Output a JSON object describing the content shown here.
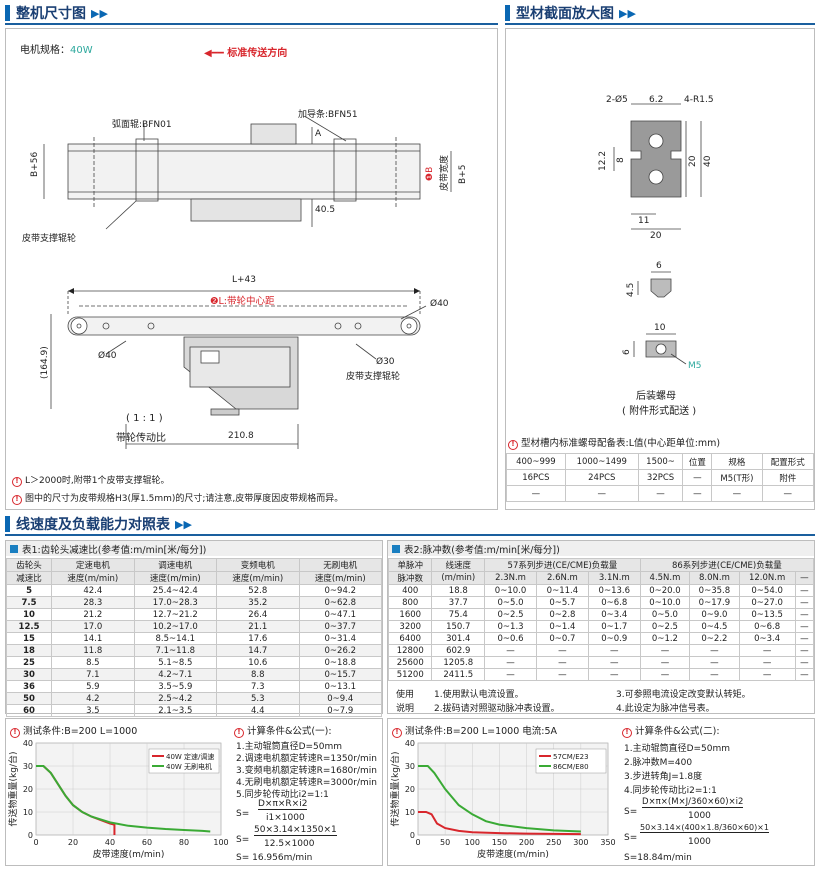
{
  "headers": {
    "dimension": "整机尺寸图",
    "profile": "型材截面放大图",
    "speed": "线速度及负载能力对照表"
  },
  "dimension": {
    "motor_spec_label": "电机规格：",
    "motor_spec_value": "40W",
    "direction": "标准传送方向",
    "arc_baffle": "弧面辊:BFN01",
    "guide_strip": "加导条:BFN51",
    "belt_support": "皮带支撑辊轮",
    "belt_width_mark": "❶B",
    "belt_width": "皮带宽度",
    "dim_b56": "B+56",
    "dim_b5": "B+5",
    "dim_a": "A",
    "dim_405": "40.5",
    "dim_l43": "L+43",
    "center_dist_mark": "❷L:带轮中心距",
    "dim_o40": "Ø40",
    "dim_1649": "(164.9)",
    "dim_o30": "Ø30",
    "ratio": "( 1 : 1 )",
    "pulley_ratio": "带轮传动比",
    "dim_2108": "210.8",
    "note1": "L＞2000时,附带1个皮带支撑辊轮。",
    "note2": "图中的尺寸为皮带规格H3(厚1.5mm)的尺寸;请注意,皮带厚度因皮带规格而异。"
  },
  "profile": {
    "d_2o5": "2-Ø5",
    "d_62": "6.2",
    "d_4r15": "4-R1.5",
    "d_122": "12.2",
    "d_8": "8",
    "d_20v": "20",
    "d_40": "40",
    "d_11": "11",
    "d_20h": "20",
    "d_6": "6",
    "d_45": "4.5",
    "d_10": "10",
    "d_6b": "6",
    "m5": "M5",
    "rear_nut": "后装螺母",
    "attached": "( 附件形式配送 )",
    "nut_table_title": "型材槽内标准螺母配备表:L值(中心距单位:mm)",
    "nut_table": [
      [
        "400~999",
        "1000~1499",
        "1500~",
        "位置",
        "规格",
        "配置形式"
      ],
      [
        "16PCS",
        "24PCS",
        "32PCS",
        "—",
        "M5(T形)",
        "附件"
      ],
      [
        "—",
        "—",
        "—",
        "—",
        "—",
        "—"
      ]
    ]
  },
  "table1": {
    "title": "表1:齿轮头减速比(参考值:m/min[米/每分])",
    "head1": [
      "齿轮头",
      "定速电机",
      "调速电机",
      "变频电机",
      "无刷电机"
    ],
    "head2": [
      "减速比",
      "速度(m/min)",
      "速度(m/min)",
      "速度(m/min)",
      "速度(m/min)"
    ],
    "rows": [
      [
        "5",
        "42.4",
        "25.4~42.4",
        "52.8",
        "0~94.2"
      ],
      [
        "7.5",
        "28.3",
        "17.0~28.3",
        "35.2",
        "0~62.8"
      ],
      [
        "10",
        "21.2",
        "12.7~21.2",
        "26.4",
        "0~47.1"
      ],
      [
        "12.5",
        "17.0",
        "10.2~17.0",
        "21.1",
        "0~37.7"
      ],
      [
        "15",
        "14.1",
        "8.5~14.1",
        "17.6",
        "0~31.4"
      ],
      [
        "18",
        "11.8",
        "7.1~11.8",
        "14.7",
        "0~26.2"
      ],
      [
        "25",
        "8.5",
        "5.1~8.5",
        "10.6",
        "0~18.8"
      ],
      [
        "30",
        "7.1",
        "4.2~7.1",
        "8.8",
        "0~15.7"
      ],
      [
        "36",
        "5.9",
        "3.5~5.9",
        "7.3",
        "0~13.1"
      ],
      [
        "50",
        "4.2",
        "2.5~4.2",
        "5.3",
        "0~9.4"
      ],
      [
        "60",
        "3.5",
        "2.1~3.5",
        "4.4",
        "0~7.9"
      ]
    ]
  },
  "table2": {
    "title": "表2:脉冲数(参考值:m/min[米/每分])",
    "h_single": "单脉冲",
    "h_pulse": "脉冲数",
    "h_speed": "线速度",
    "h_unit": "(m/min)",
    "h_57": "57系列步进(CE/CME)负载量",
    "h_86": "86系列步进(CE/CME)负载量",
    "sub": [
      "2.3N.m",
      "2.6N.m",
      "3.1N.m",
      "4.5N.m",
      "8.0N.m",
      "12.0N.m",
      "—"
    ],
    "rows": [
      [
        "400",
        "18.8",
        "0~10.0",
        "0~11.4",
        "0~13.6",
        "0~20.0",
        "0~35.8",
        "0~54.0",
        "—"
      ],
      [
        "800",
        "37.7",
        "0~5.0",
        "0~5.7",
        "0~6.8",
        "0~10.0",
        "0~17.9",
        "0~27.0",
        "—"
      ],
      [
        "1600",
        "75.4",
        "0~2.5",
        "0~2.8",
        "0~3.4",
        "0~5.0",
        "0~9.0",
        "0~13.5",
        "—"
      ],
      [
        "3200",
        "150.7",
        "0~1.3",
        "0~1.4",
        "0~1.7",
        "0~2.5",
        "0~4.5",
        "0~6.8",
        "—"
      ],
      [
        "6400",
        "301.4",
        "0~0.6",
        "0~0.7",
        "0~0.9",
        "0~1.2",
        "0~2.2",
        "0~3.4",
        "—"
      ],
      [
        "12800",
        "602.9",
        "—",
        "—",
        "—",
        "—",
        "—",
        "—",
        "—"
      ],
      [
        "25600",
        "1205.8",
        "—",
        "—",
        "—",
        "—",
        "—",
        "—",
        "—"
      ],
      [
        "51200",
        "2411.5",
        "—",
        "—",
        "—",
        "—",
        "—",
        "—",
        "—"
      ]
    ],
    "use_label": "使用",
    "explain_label": "说明",
    "notes": [
      "1.使用默认电流设置。",
      "2.拔码请对照驱动脉冲表设置。",
      "3.可参照电流设定改变默认转矩。",
      "4.此设定为脉冲信号表。"
    ]
  },
  "chart1": {
    "cond": "测试条件:B=200   L=1000",
    "ylabel": "传送物重量(kg/台)",
    "xlabel": "皮带速度(m/min)",
    "legend": [
      "40W 定速/调速",
      "40W 无刷电机"
    ],
    "yticks": [
      "0",
      "10",
      "20",
      "30",
      "40"
    ],
    "xticks": [
      "0",
      "20",
      "40",
      "60",
      "80",
      "100"
    ]
  },
  "calc1": {
    "title": "计算条件&公式(一):",
    "lines": [
      "1.主动辊筒直径D=50mm",
      "2.调速电机额定转速R=1350r/min",
      "3.变频电机额定转速R=1680r/min",
      "4.无刷电机额定转速R=3000r/min",
      "5.同步轮传动比i2=1:1"
    ],
    "s": "S=",
    "f1_num": "D×π×R×i2",
    "f1_den": "i1×1000",
    "f2_num": "50×3.14×1350×1",
    "f2_den": "12.5×1000",
    "result": "S= 16.956m/min"
  },
  "chart2": {
    "cond": "测试条件:B=200  L=1000  电流:5A",
    "ylabel": "传送物重量(kg/台)",
    "xlabel": "皮带速度(m/min)",
    "legend": [
      "57CM/E23",
      "86CM/E80"
    ],
    "yticks": [
      "0",
      "10",
      "20",
      "30",
      "40"
    ],
    "xticks": [
      "0",
      "50",
      "100",
      "150",
      "200",
      "250",
      "300",
      "350"
    ]
  },
  "calc2": {
    "title": "计算条件&公式(二):",
    "lines": [
      "1.主动辊筒直径D=50mm",
      "2.脉冲数M=400",
      "3.步进转角J=1.8度",
      "4.同步轮传动比i2=1:1"
    ],
    "s": "S=",
    "f1_num": "D×π×(M×J/360×60)×i2",
    "f1_den": "1000",
    "f2_num": "50×3.14×(400×1.8/360×60)×1",
    "f2_den": "1000",
    "result": "S=18.84m/min"
  },
  "chart_data": [
    {
      "type": "line",
      "xlabel": "皮带速度(m/min)",
      "ylabel": "传送物重量(kg/台)",
      "xlim": [
        0,
        100
      ],
      "ylim": [
        0,
        40
      ],
      "series": [
        {
          "name": "40W 定速/调速",
          "x": [
            0,
            4,
            8,
            12,
            16,
            20,
            25,
            30,
            35,
            40,
            42.4,
            42.4
          ],
          "y": [
            30,
            30,
            27,
            22,
            17,
            13,
            10,
            8,
            6.5,
            5,
            4.5,
            0
          ],
          "color": "#d8262c"
        },
        {
          "name": "40W 无刷电机",
          "x": [
            0,
            4,
            8,
            12,
            16,
            20,
            25,
            30,
            40,
            50,
            60,
            70,
            80,
            90,
            94.2
          ],
          "y": [
            30,
            30,
            27,
            22,
            17,
            13,
            10,
            8,
            5.5,
            4,
            3.2,
            2.6,
            2.2,
            1.8,
            1.5
          ],
          "color": "#3aaa35"
        }
      ]
    },
    {
      "type": "line",
      "xlabel": "皮带速度(m/min)",
      "ylabel": "传送物重量(kg/台)",
      "xlim": [
        0,
        350
      ],
      "ylim": [
        0,
        40
      ],
      "series": [
        {
          "name": "57CM/E23",
          "x": [
            0,
            15,
            25,
            35,
            50,
            75,
            100,
            150,
            200,
            250,
            300
          ],
          "y": [
            10,
            10,
            9,
            5,
            3,
            1.8,
            1.2,
            0.8,
            0.6,
            0.5,
            0.4
          ],
          "color": "#d8262c"
        },
        {
          "name": "86CM/E80",
          "x": [
            0,
            18,
            30,
            50,
            75,
            100,
            125,
            150,
            200,
            250,
            300
          ],
          "y": [
            30,
            30,
            27,
            20,
            13,
            9,
            6,
            4.5,
            3,
            2,
            1.5
          ],
          "color": "#3aaa35"
        }
      ]
    }
  ]
}
